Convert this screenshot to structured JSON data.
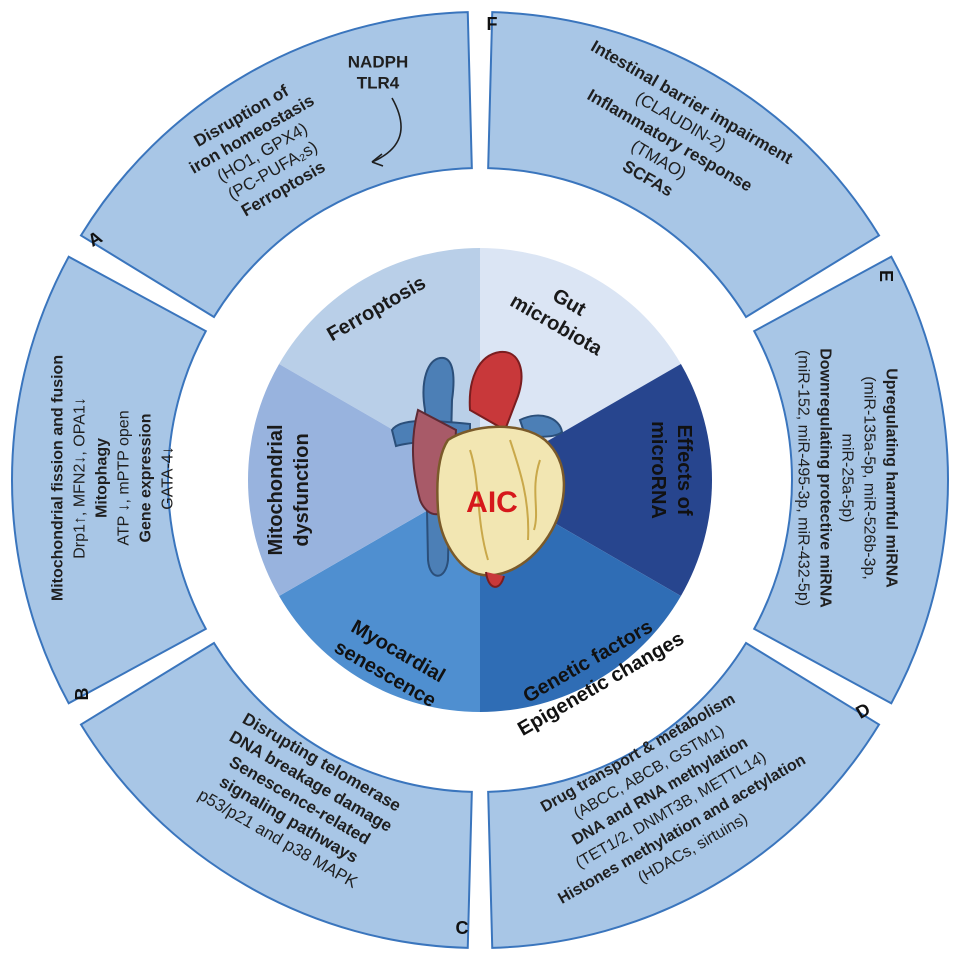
{
  "center": {
    "label": "AIC"
  },
  "inner_sectors": [
    {
      "label_lines": [
        "Ferroptosis"
      ],
      "color": "#b9cfe8"
    },
    {
      "label_lines": [
        "Gut",
        "microbiota"
      ],
      "color": "#dbe5f4"
    },
    {
      "label_lines": [
        "Effects of",
        "microRNA"
      ],
      "color": "#27458e"
    },
    {
      "label_lines": [
        "Genetic factors",
        "Epigenetic changes"
      ],
      "color": "#2f6db5"
    },
    {
      "label_lines": [
        "Myocardial",
        "senescence"
      ],
      "color": "#4f8fd0"
    },
    {
      "label_lines": [
        "Mitochondrial",
        "dysfunction"
      ],
      "color": "#98b3de"
    }
  ],
  "outer_panels": {
    "A": {
      "letter": "A",
      "lines": [
        "Disruption of",
        "iron homeostasis",
        "(HO1, GPX4)",
        "(PC-PUFA₂s)",
        "Ferroptosis"
      ],
      "aside": [
        "NADPH",
        "TLR4"
      ]
    },
    "B": {
      "letter": "B",
      "lines": [
        "Mitochondrial fission and fusion",
        "Drp1↑, MFN2↓, OPA1↓",
        "Mitophagy",
        "ATP ↓, mPTP open",
        "Gene expression",
        "GATA-4↓"
      ]
    },
    "C": {
      "letter": "C",
      "lines": [
        "Disrupting telomerase",
        "DNA breakage damage",
        "Senescence-related",
        "signaling pathways",
        "p53/p21 and p38 MAPK"
      ]
    },
    "D": {
      "letter": "D",
      "lines": [
        "Drug transport & metabolism",
        "(ABCC, ABCB, GSTM1)",
        "DNA and RNA methylation",
        "(TET1/2, DNMT3B, METTL14)",
        "Histones methylation and acetylation",
        "(HDACs, sirtuins)"
      ]
    },
    "E": {
      "letter": "E",
      "lines": [
        "Upregulating harmful miRNA",
        "(miR-135a-5p, miR-526b-3p,",
        "miR-25a-5p)",
        "Downregulating protective miRNA",
        "(miR-152, miR-495-3p, miR-432-5p)"
      ]
    },
    "F": {
      "letter": "F",
      "lines": [
        "Intestinal barrier impairment",
        "(CLAUDIN-2)",
        "Inflammatory response",
        "(TMAO)",
        "SCFAs"
      ]
    }
  },
  "colors": {
    "outer_ring": "#a8c6e6",
    "outer_border": "#3a75bd",
    "center_text": "#d6181b"
  }
}
